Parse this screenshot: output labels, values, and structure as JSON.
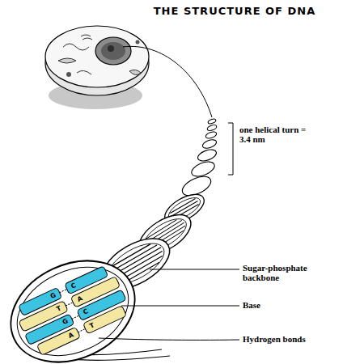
{
  "diagram": {
    "title": "THE STRUCTURE OF DNA",
    "labels": [
      "one helical turn = 3.4 nm",
      "Sugar-phosphate backbone",
      "Base",
      "Hydrogen bonds",
      "G",
      "C",
      "T",
      "A",
      "G",
      "C",
      "A",
      "T"
    ]
  }
}
